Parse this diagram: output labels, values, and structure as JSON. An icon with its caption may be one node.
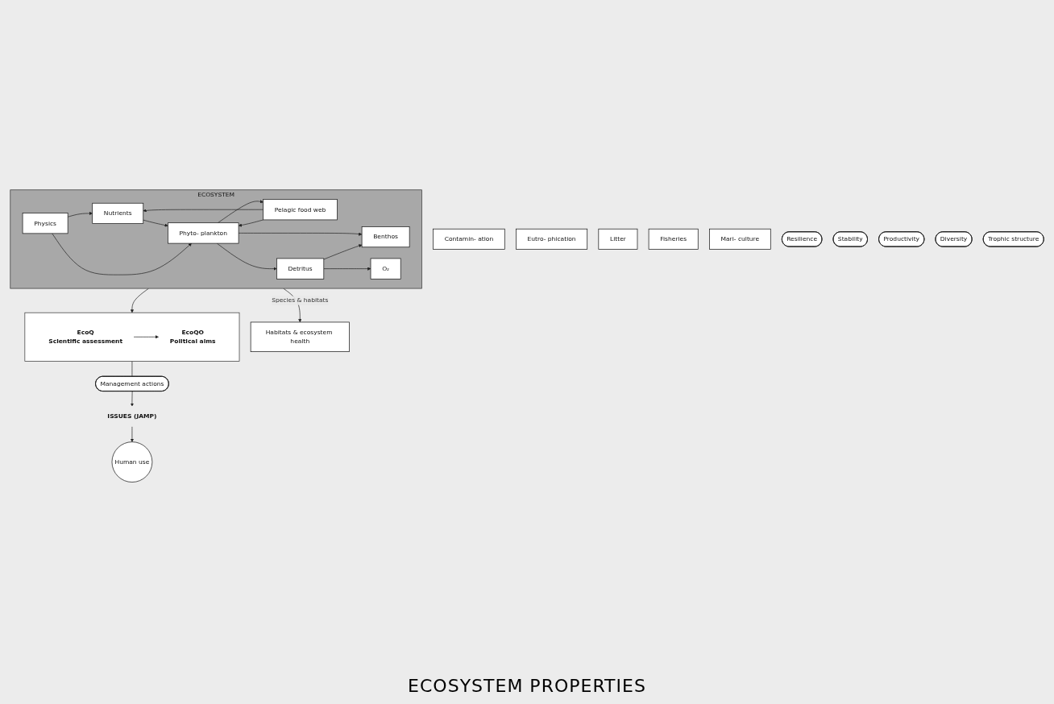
{
  "diagram": {
    "nodes": [
      {
        "text": [
          "ISSUES (JAMP)"
        ]
      },
      {
        "text": [
          "Human use"
        ]
      },
      {
        "text": [
          "Contamin- ation"
        ]
      },
      {
        "text": [
          "Eutro- phication"
        ]
      },
      {
        "text": [
          "Litter"
        ]
      },
      {
        "text": [
          "Fisheries"
        ]
      },
      {
        "text": [
          "Mari- culture"
        ]
      },
      {
        "text": [
          "Habitats & ecosystem health"
        ]
      },
      {
        "text": [
          "Management actions"
        ]
      },
      {
        "text": [
          "ECOSYSTEM"
        ]
      },
      {
        "text": [
          "Nutrients"
        ],
        "in": 9
      },
      {
        "text": [
          "Phyto- plankton"
        ],
        "in": 9
      },
      {
        "text": [
          "Pelagic food web"
        ],
        "in": 9
      },
      {
        "text": [
          "Physics"
        ],
        "in": 9
      },
      {
        "text": [
          "Detritus"
        ],
        "in": 9
      },
      {
        "text": [
          "Benthos"
        ],
        "in": 9
      },
      {
        "text": [
          "O₂"
        ],
        "in": 9
      },
      {
        "text": [],
        "shape": "box"
      },
      {
        "text": [
          "EcoQ",
          "Scientific assessment"
        ],
        "in": 17
      },
      {
        "text": [
          "EcoQO",
          "Political aims"
        ],
        "in": 17
      },
      {
        "text": [
          "Resilience"
        ]
      },
      {
        "text": [
          "Stability"
        ]
      },
      {
        "text": [
          "Productivity"
        ]
      },
      {
        "text": [
          "Diversity"
        ]
      },
      {
        "text": [
          "Trophic structure"
        ]
      }
    ],
    "edges": [
      {
        "from": 8,
        "to": 0,
        "arrow": "to"
      },
      {
        "from": 0,
        "to": 1,
        "arrow": "to"
      },
      {
        "from": 17,
        "to": 8,
        "arrow": "none"
      },
      {
        "from": 9,
        "to": 7,
        "arrow": "to",
        "label": "Species & habitats"
      },
      {
        "from": 9,
        "to": 17,
        "arrow": "to"
      },
      {
        "from": 12,
        "to": 10,
        "arrow": "to"
      },
      {
        "from": 10,
        "to": 11,
        "arrow": "to"
      },
      {
        "from": 13,
        "to": 10,
        "arrow": "to"
      },
      {
        "from": 13,
        "to": 11,
        "arrow": "to"
      },
      {
        "from": 11,
        "to": 12,
        "arrow": "to"
      },
      {
        "from": 12,
        "to": 11,
        "arrow": "to"
      },
      {
        "from": 11,
        "to": 14,
        "arrow": "to"
      },
      {
        "from": 11,
        "to": 15,
        "arrow": "to"
      },
      {
        "from": 14,
        "to": 15,
        "arrow": "to"
      },
      {
        "from": 14,
        "to": 16,
        "arrow": "to"
      },
      {
        "from": 18,
        "to": 19,
        "arrow": "to"
      }
    ],
    "labels": [
      "ECOSYSTEM PROPERTIES"
    ]
  }
}
